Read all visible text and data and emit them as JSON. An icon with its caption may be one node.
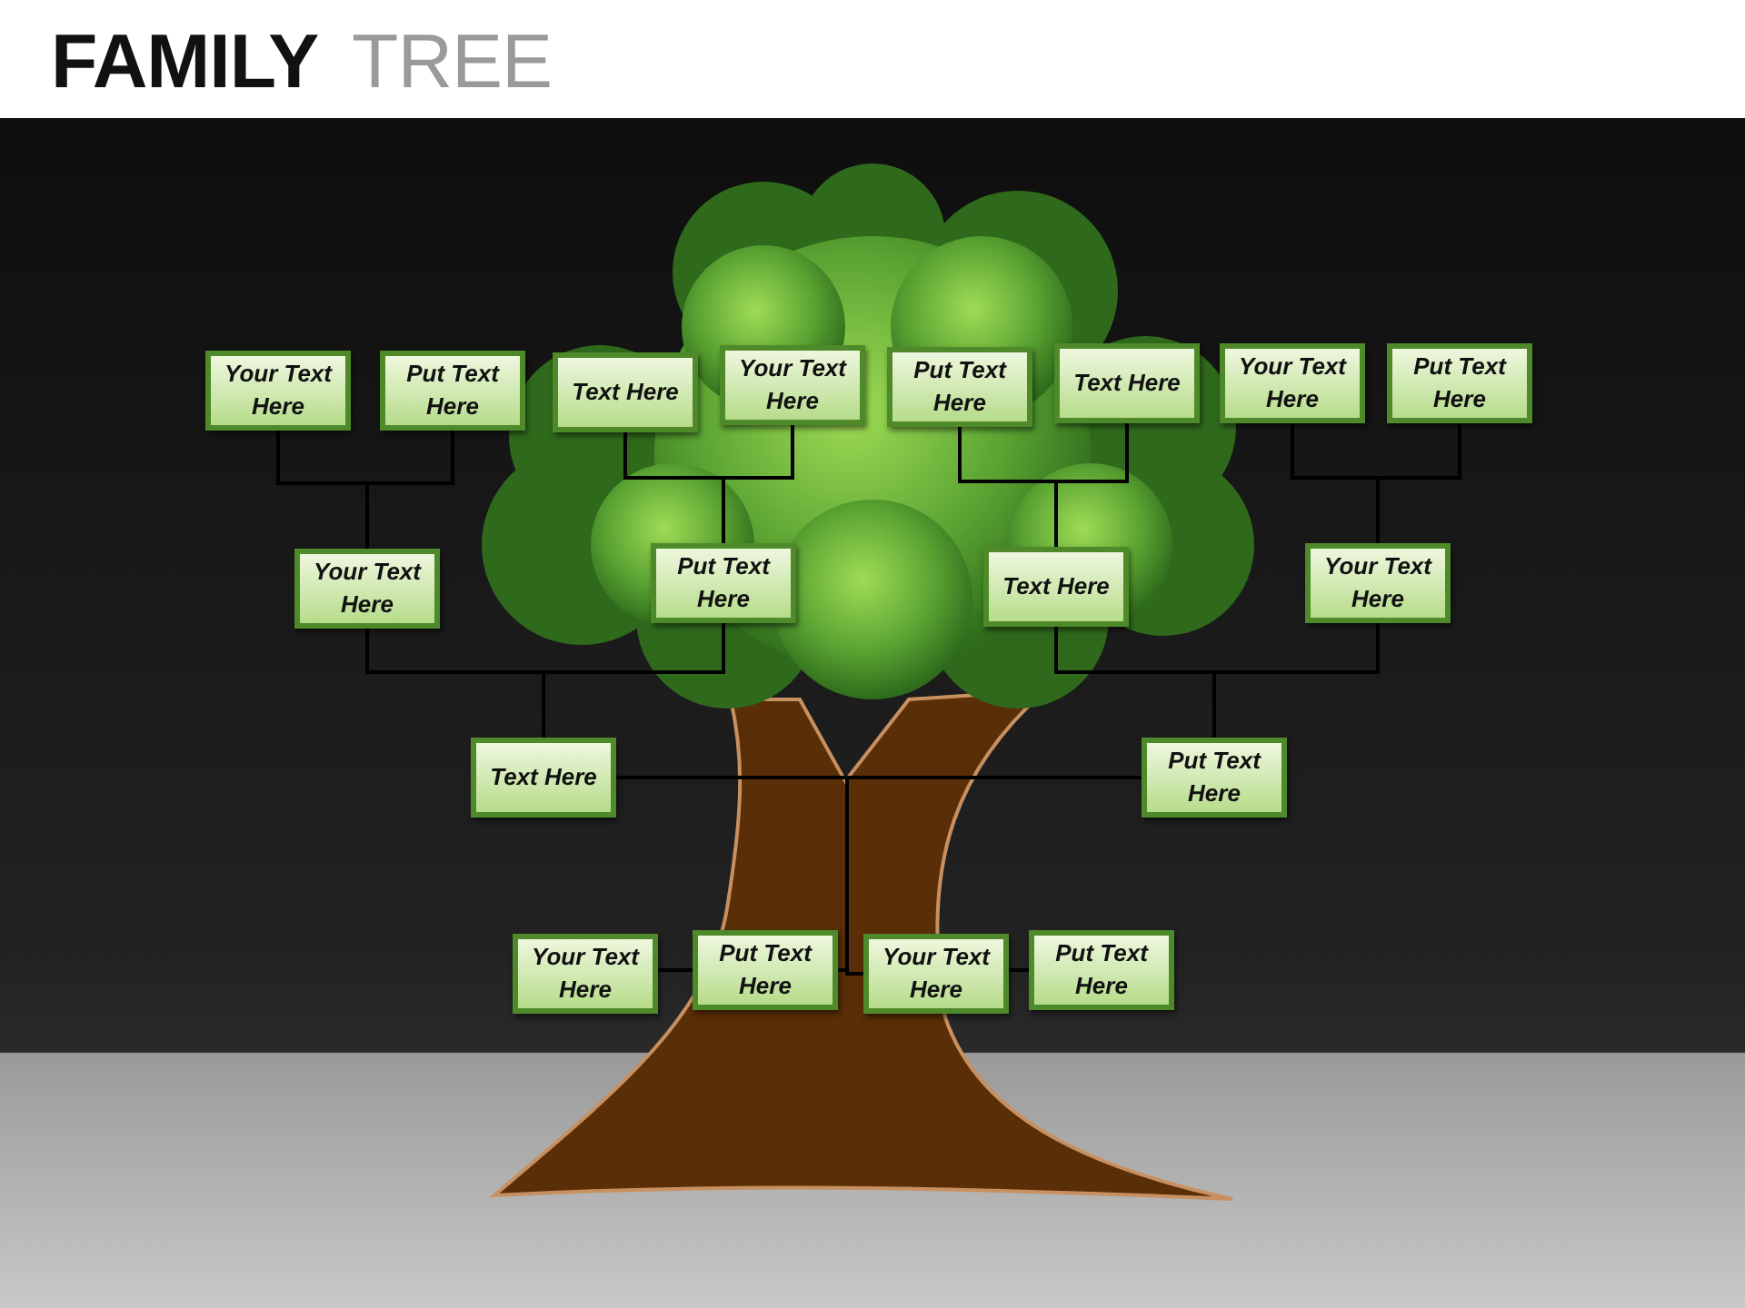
{
  "diagram": {
    "title": "**FAMILY** TREE",
    "nodes": [
      {
        "text": [
          "Your Text Here"
        ]
      },
      {
        "text": [
          "Put Text Here"
        ]
      },
      {
        "text": [
          "Text Here"
        ]
      },
      {
        "text": [
          "Your Text Here"
        ]
      },
      {
        "text": [
          "Put Text Here"
        ]
      },
      {
        "text": [
          "Text Here"
        ]
      },
      {
        "text": [
          "Your Text Here"
        ]
      },
      {
        "text": [
          "Put Text Here"
        ]
      },
      {
        "text": [
          "Your Text Here"
        ]
      },
      {
        "text": [
          "Put Text Here"
        ]
      },
      {
        "text": [
          "Text Here"
        ]
      },
      {
        "text": [
          "Your Text Here"
        ]
      },
      {
        "text": [
          "Text Here"
        ]
      },
      {
        "text": [
          "Put Text Here"
        ]
      },
      {
        "text": [
          "Your Text Here"
        ]
      },
      {
        "text": [
          "Put Text Here"
        ]
      },
      {
        "text": [
          "Your Text Here"
        ]
      },
      {
        "text": [
          "Put Text Here"
        ]
      }
    ],
    "edges": [
      {
        "from": 0,
        "to": 8,
        "arrow": "none"
      },
      {
        "from": 1,
        "to": 8,
        "arrow": "none"
      },
      {
        "from": 2,
        "to": 9,
        "arrow": "none"
      },
      {
        "from": 3,
        "to": 9,
        "arrow": "none"
      },
      {
        "from": 4,
        "to": 10,
        "arrow": "none"
      },
      {
        "from": 5,
        "to": 10,
        "arrow": "none"
      },
      {
        "from": 6,
        "to": 11,
        "arrow": "none"
      },
      {
        "from": 7,
        "to": 11,
        "arrow": "none"
      },
      {
        "from": 8,
        "to": 12,
        "arrow": "none"
      },
      {
        "from": 9,
        "to": 12,
        "arrow": "none"
      },
      {
        "from": 10,
        "to": 13,
        "arrow": "none"
      },
      {
        "from": 11,
        "to": 13,
        "arrow": "none"
      },
      {
        "from": 12,
        "to": 15,
        "arrow": "none"
      },
      {
        "from": 13,
        "to": 16,
        "arrow": "none"
      },
      {
        "from": 14,
        "to": 15,
        "arrow": "none"
      },
      {
        "from": 16,
        "to": 17,
        "arrow": "none"
      }
    ]
  }
}
